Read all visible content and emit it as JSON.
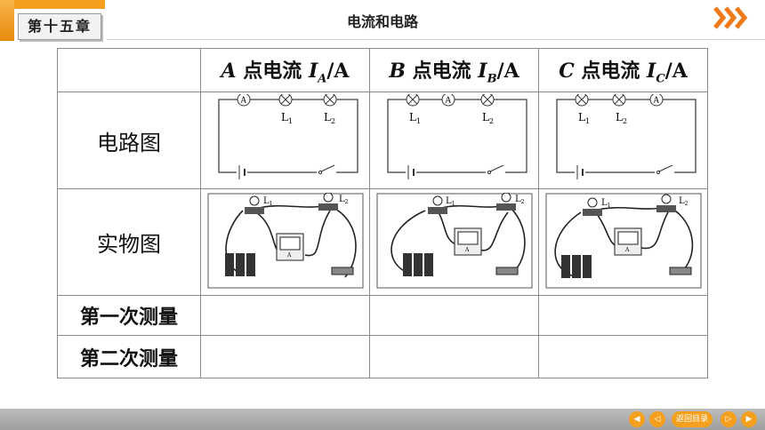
{
  "header": {
    "chapter": "第十五章",
    "title": "电流和电路"
  },
  "table": {
    "headers": [
      {
        "prefix": "A",
        "text": " 点电流 ",
        "var": "I",
        "sub": "A",
        "unit": "/A"
      },
      {
        "prefix": "B",
        "text": " 点电流 ",
        "var": "I",
        "sub": "B",
        "unit": "/A"
      },
      {
        "prefix": "C",
        "text": " 点电流 ",
        "var": "I",
        "sub": "C",
        "unit": "/A"
      }
    ],
    "rows": {
      "circuit_label": "电路图",
      "physical_label": "实物图",
      "measure1_label": "第一次测量",
      "measure2_label": "第二次测量"
    },
    "circuit_labels": {
      "L1": "L",
      "L1_sub": "1",
      "L2": "L",
      "L2_sub": "2",
      "ammeter": "A"
    }
  },
  "footer": {
    "back_label": "返回目录"
  },
  "colors": {
    "accent": "#f4a01e",
    "bar": "#a9a9a9"
  }
}
